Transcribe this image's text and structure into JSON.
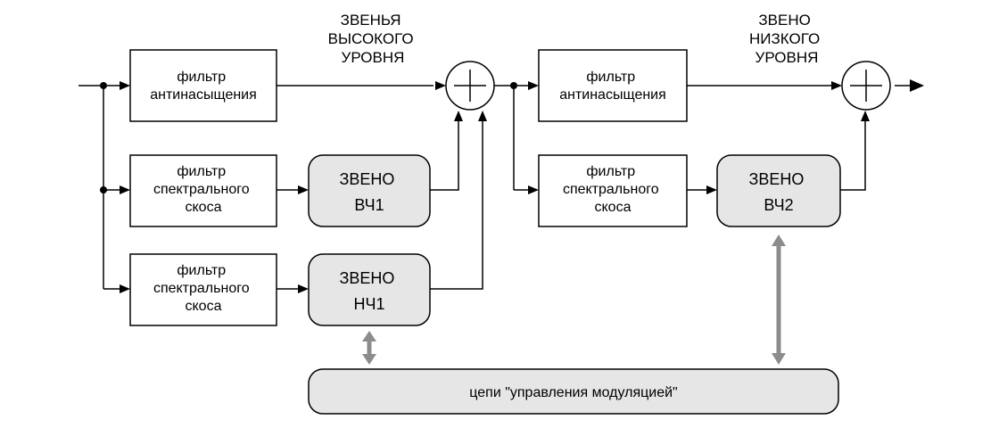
{
  "labels": {
    "high_level_group": [
      "ЗВЕНЬЯ",
      "ВЫСОКОГО",
      "УРОВНЯ"
    ],
    "low_level_group": [
      "ЗВЕНО",
      "НИЗКОГО",
      "УРОВНЯ"
    ]
  },
  "blocks": {
    "anti_saturation_1": [
      "фильтр",
      "антинасыщения"
    ],
    "spectral_tilt_1": [
      "фильтр",
      "спектрального",
      "скоса"
    ],
    "spectral_tilt_2": [
      "фильтр",
      "спектрального",
      "скоса"
    ],
    "hf1_link": [
      "ЗВЕНО",
      "ВЧ1"
    ],
    "lf1_link": [
      "ЗВЕНО",
      "НЧ1"
    ],
    "anti_saturation_2": [
      "фильтр",
      "антинасыщения"
    ],
    "spectral_tilt_3": [
      "фильтр",
      "спектрального",
      "скоса"
    ],
    "hf2_link": [
      "ЗВЕНО",
      "ВЧ2"
    ],
    "modulation_control": "цепи \"управления модуляцией\""
  },
  "colors": {
    "rounded_block_fill": "#e6e6e6",
    "control_arrow": "#8c8c8c",
    "line": "#000000"
  }
}
